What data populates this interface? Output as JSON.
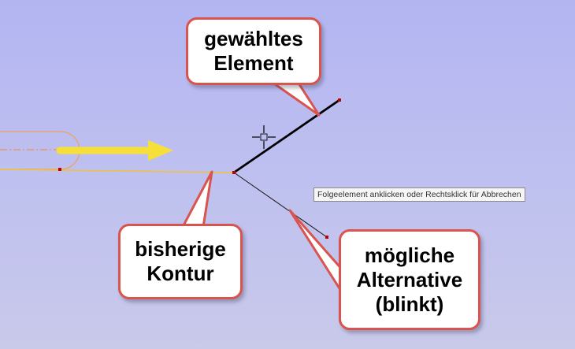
{
  "callouts": {
    "selected_element": [
      "gewähltes",
      "Element"
    ],
    "previous_contour": [
      "bisherige",
      "Kontur"
    ],
    "possible_alternative": [
      "mögliche",
      "Alternative",
      "(blinkt)"
    ]
  },
  "tooltip": {
    "text": "Folgeelement anklicken oder Rechtsklick für Abbrechen"
  },
  "icons": {
    "cursor": "crosshair-cursor-icon",
    "direction": "arrow-right-icon"
  },
  "colors": {
    "background": "#b8b9f0",
    "callout_border": "#d9534f",
    "selected_element": "#000000",
    "previous_contour": "#f2c230",
    "arrow": "#f7df3a",
    "endpoint": "#c00000"
  }
}
